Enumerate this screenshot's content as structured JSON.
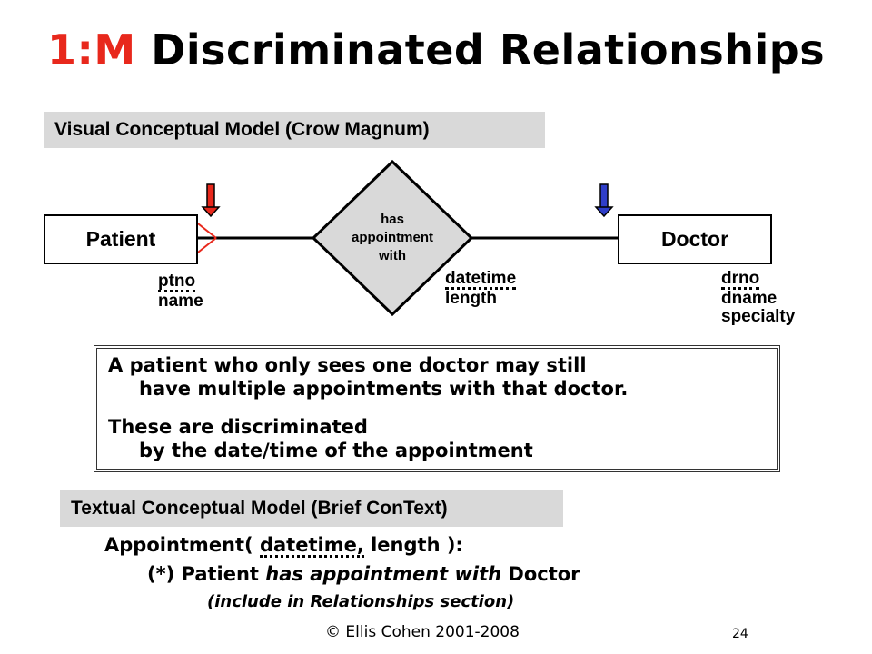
{
  "title": {
    "prefix": "1:M",
    "main": "Discriminated Relationships"
  },
  "band_visual": "Visual Conceptual Model (Crow Magnum)",
  "band_textual": "Textual Conceptual Model (Brief ConText)",
  "entities": {
    "patient": {
      "label": "Patient",
      "attributes": [
        "ptno",
        "name"
      ]
    },
    "doctor": {
      "label": "Doctor",
      "attributes": [
        "drno",
        "dname",
        "specialty"
      ]
    }
  },
  "relationship": {
    "label_lines": [
      "has",
      "appointment",
      "with"
    ],
    "attributes": [
      "datetime",
      "length"
    ]
  },
  "colors": {
    "title_accent": "#e8281c",
    "arrow_patient": "#e8281c",
    "arrow_doctor": "#2f3ec9",
    "diamond_fill": "#d9d9d9",
    "band_fill": "#d9d9d9"
  },
  "note": {
    "line1": "A patient who only sees one doctor may still",
    "line2": "have multiple appointments with that doctor.",
    "line3": "These are discriminated",
    "line4": "by the date/time of the appointment"
  },
  "textual": {
    "line1_prefix": "Appointment(",
    "line1_key": "datetime,",
    "line1_suffix": "length ):",
    "line2_prefix": "(*) Patient",
    "line2_italic": "has appointment with",
    "line2_suffix": "Doctor",
    "line3": "(include in Relationships section)"
  },
  "footer": {
    "copyright": "© Ellis Cohen 2001-2008",
    "page": "24"
  }
}
